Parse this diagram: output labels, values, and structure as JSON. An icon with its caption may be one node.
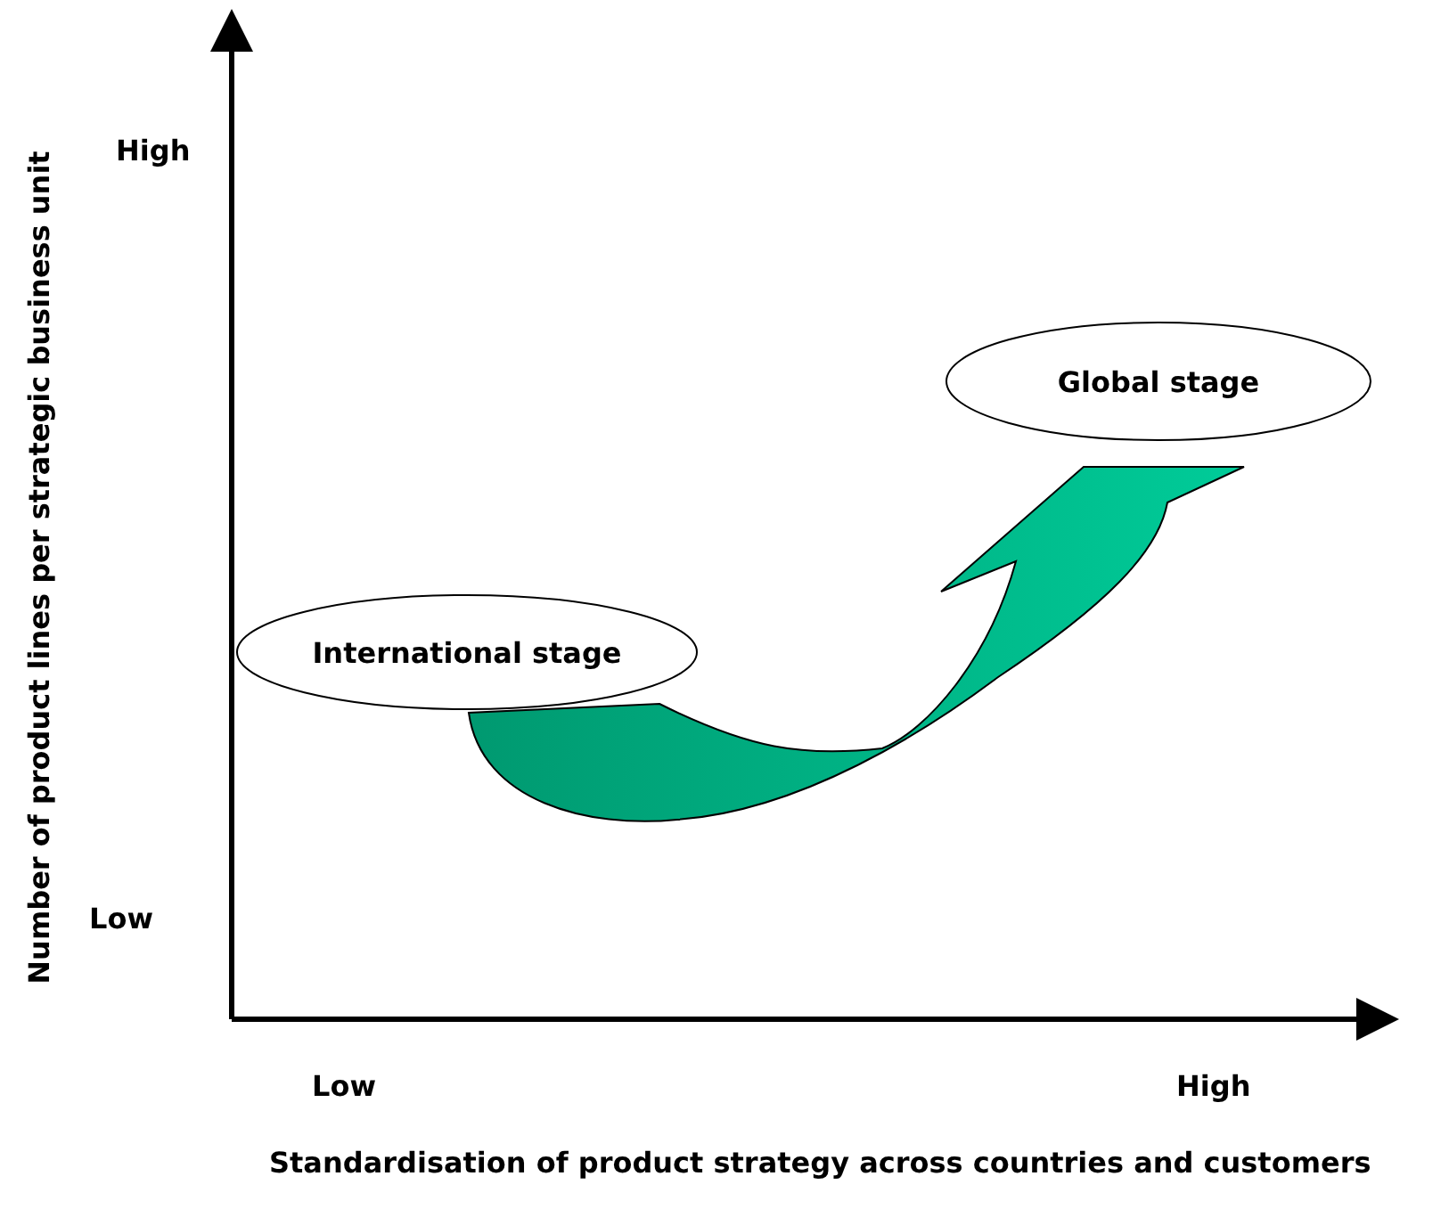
{
  "diagram": {
    "nodes": [
      {
        "text": [
          "International stage"
        ]
      },
      {
        "text": [
          "Global stage"
        ]
      }
    ],
    "edges": [
      {
        "from": 0,
        "to": 1,
        "arrow": "to",
        "style": "thick",
        "color": "#00cc99"
      }
    ],
    "labels": [
      "Number of product lines per strategic business unit",
      "High",
      "Low",
      "Low",
      "High",
      "Standardisation of product strategy across countries and customers"
    ]
  }
}
